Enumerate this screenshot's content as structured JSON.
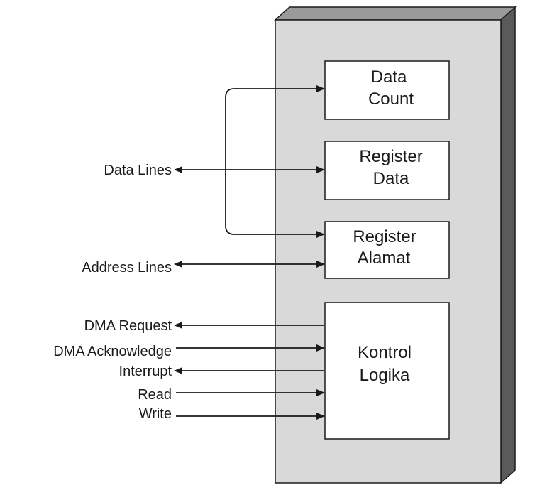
{
  "diagram": {
    "registers": [
      {
        "line1": "Data",
        "line2": "Count"
      },
      {
        "line1": "Register",
        "line2": "Data"
      },
      {
        "line1": "Register",
        "line2": "Alamat"
      },
      {
        "line1": "Kontrol",
        "line2": "Logika"
      }
    ],
    "signals": {
      "data_lines": "Data Lines",
      "address_lines": "Address Lines",
      "dma_request": "DMA Request",
      "dma_acknowledge": "DMA Acknowledge",
      "interrupt": "Interrupt",
      "read": "Read",
      "write": "Write"
    },
    "colors": {
      "panel": "#d9d9d9",
      "panel_side": "#5a5a5a",
      "box": "#ffffff",
      "line": "#1a1a1a"
    }
  }
}
